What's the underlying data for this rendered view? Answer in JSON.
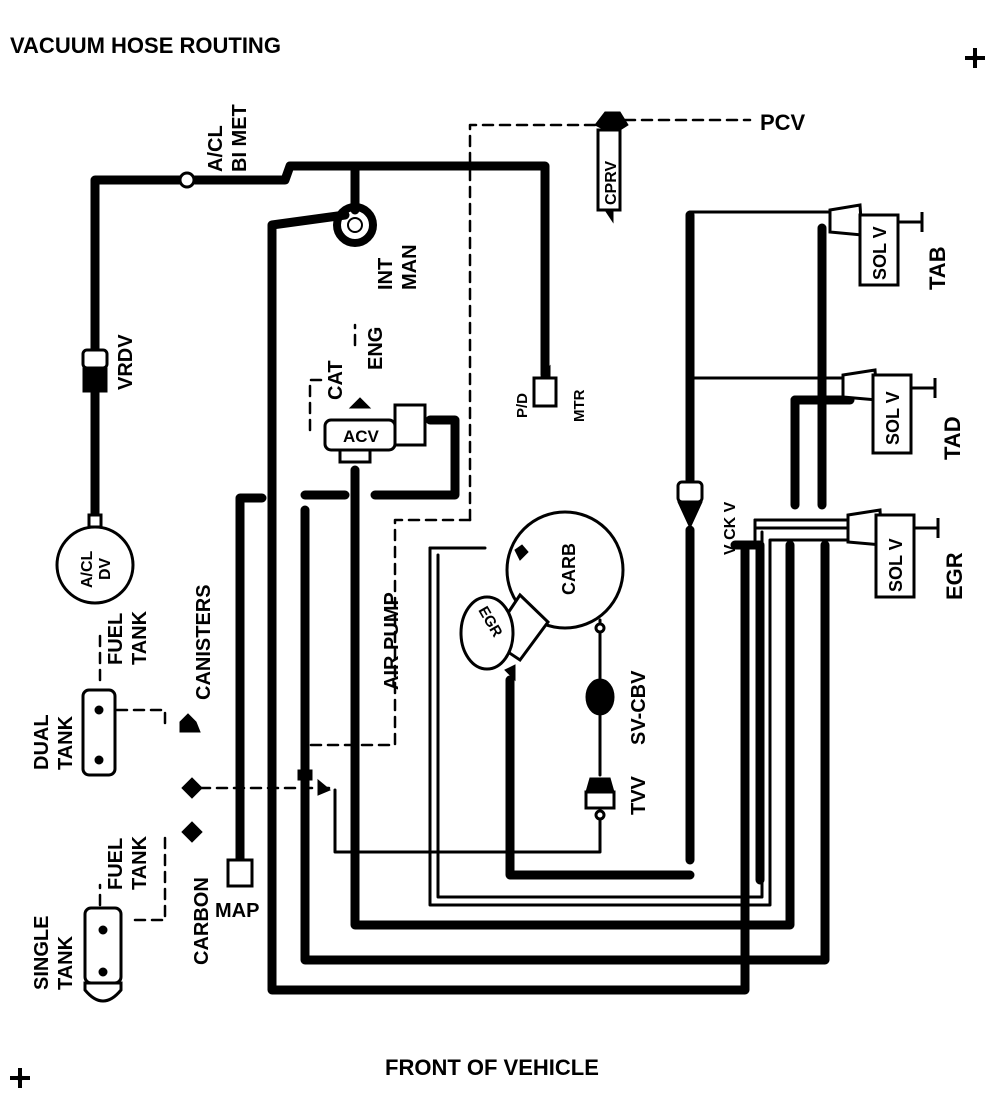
{
  "title": "VACUUM HOSE ROUTING",
  "footer": "FRONT OF VEHICLE",
  "labels": {
    "pcv": "PCV",
    "cprv": "CPRV",
    "acl_bi_met_1": "A/CL",
    "acl_bi_met_2": "BI MET",
    "int_man_1": "INT",
    "int_man_2": "MAN",
    "vrdv": "VRDV",
    "acl_dv_1": "A/CL",
    "acl_dv_2": "DV",
    "cat": "CAT",
    "eng": "ENG",
    "acv": "ACV",
    "pd": "P/D",
    "mtr": "MTR",
    "sol_v_tab": "SOL V",
    "tab": "TAB",
    "sol_v_tad": "SOL V",
    "tad": "TAD",
    "sol_v_egr": "SOL V",
    "egr": "EGR",
    "vckv": "V CK V",
    "carb": "CARB",
    "egr_valve": "EGR",
    "air_pump": "AIR PUMP",
    "sv_cbv": "SV-CBV",
    "tvv": "TVV",
    "canisters": "CANISTERS",
    "fuel_tank_upper_1": "FUEL",
    "fuel_tank_upper_2": "TANK",
    "dual_tank_1": "DUAL",
    "dual_tank_2": "TANK",
    "fuel_tank_lower_1": "FUEL",
    "fuel_tank_lower_2": "TANK",
    "carbon": "CARBON",
    "map": "MAP",
    "single_tank_1": "SINGLE",
    "single_tank_2": "TANK"
  },
  "colors": {
    "ink": "#000000",
    "paper": "#ffffff"
  },
  "icons": [
    "registration-mark-icon"
  ]
}
